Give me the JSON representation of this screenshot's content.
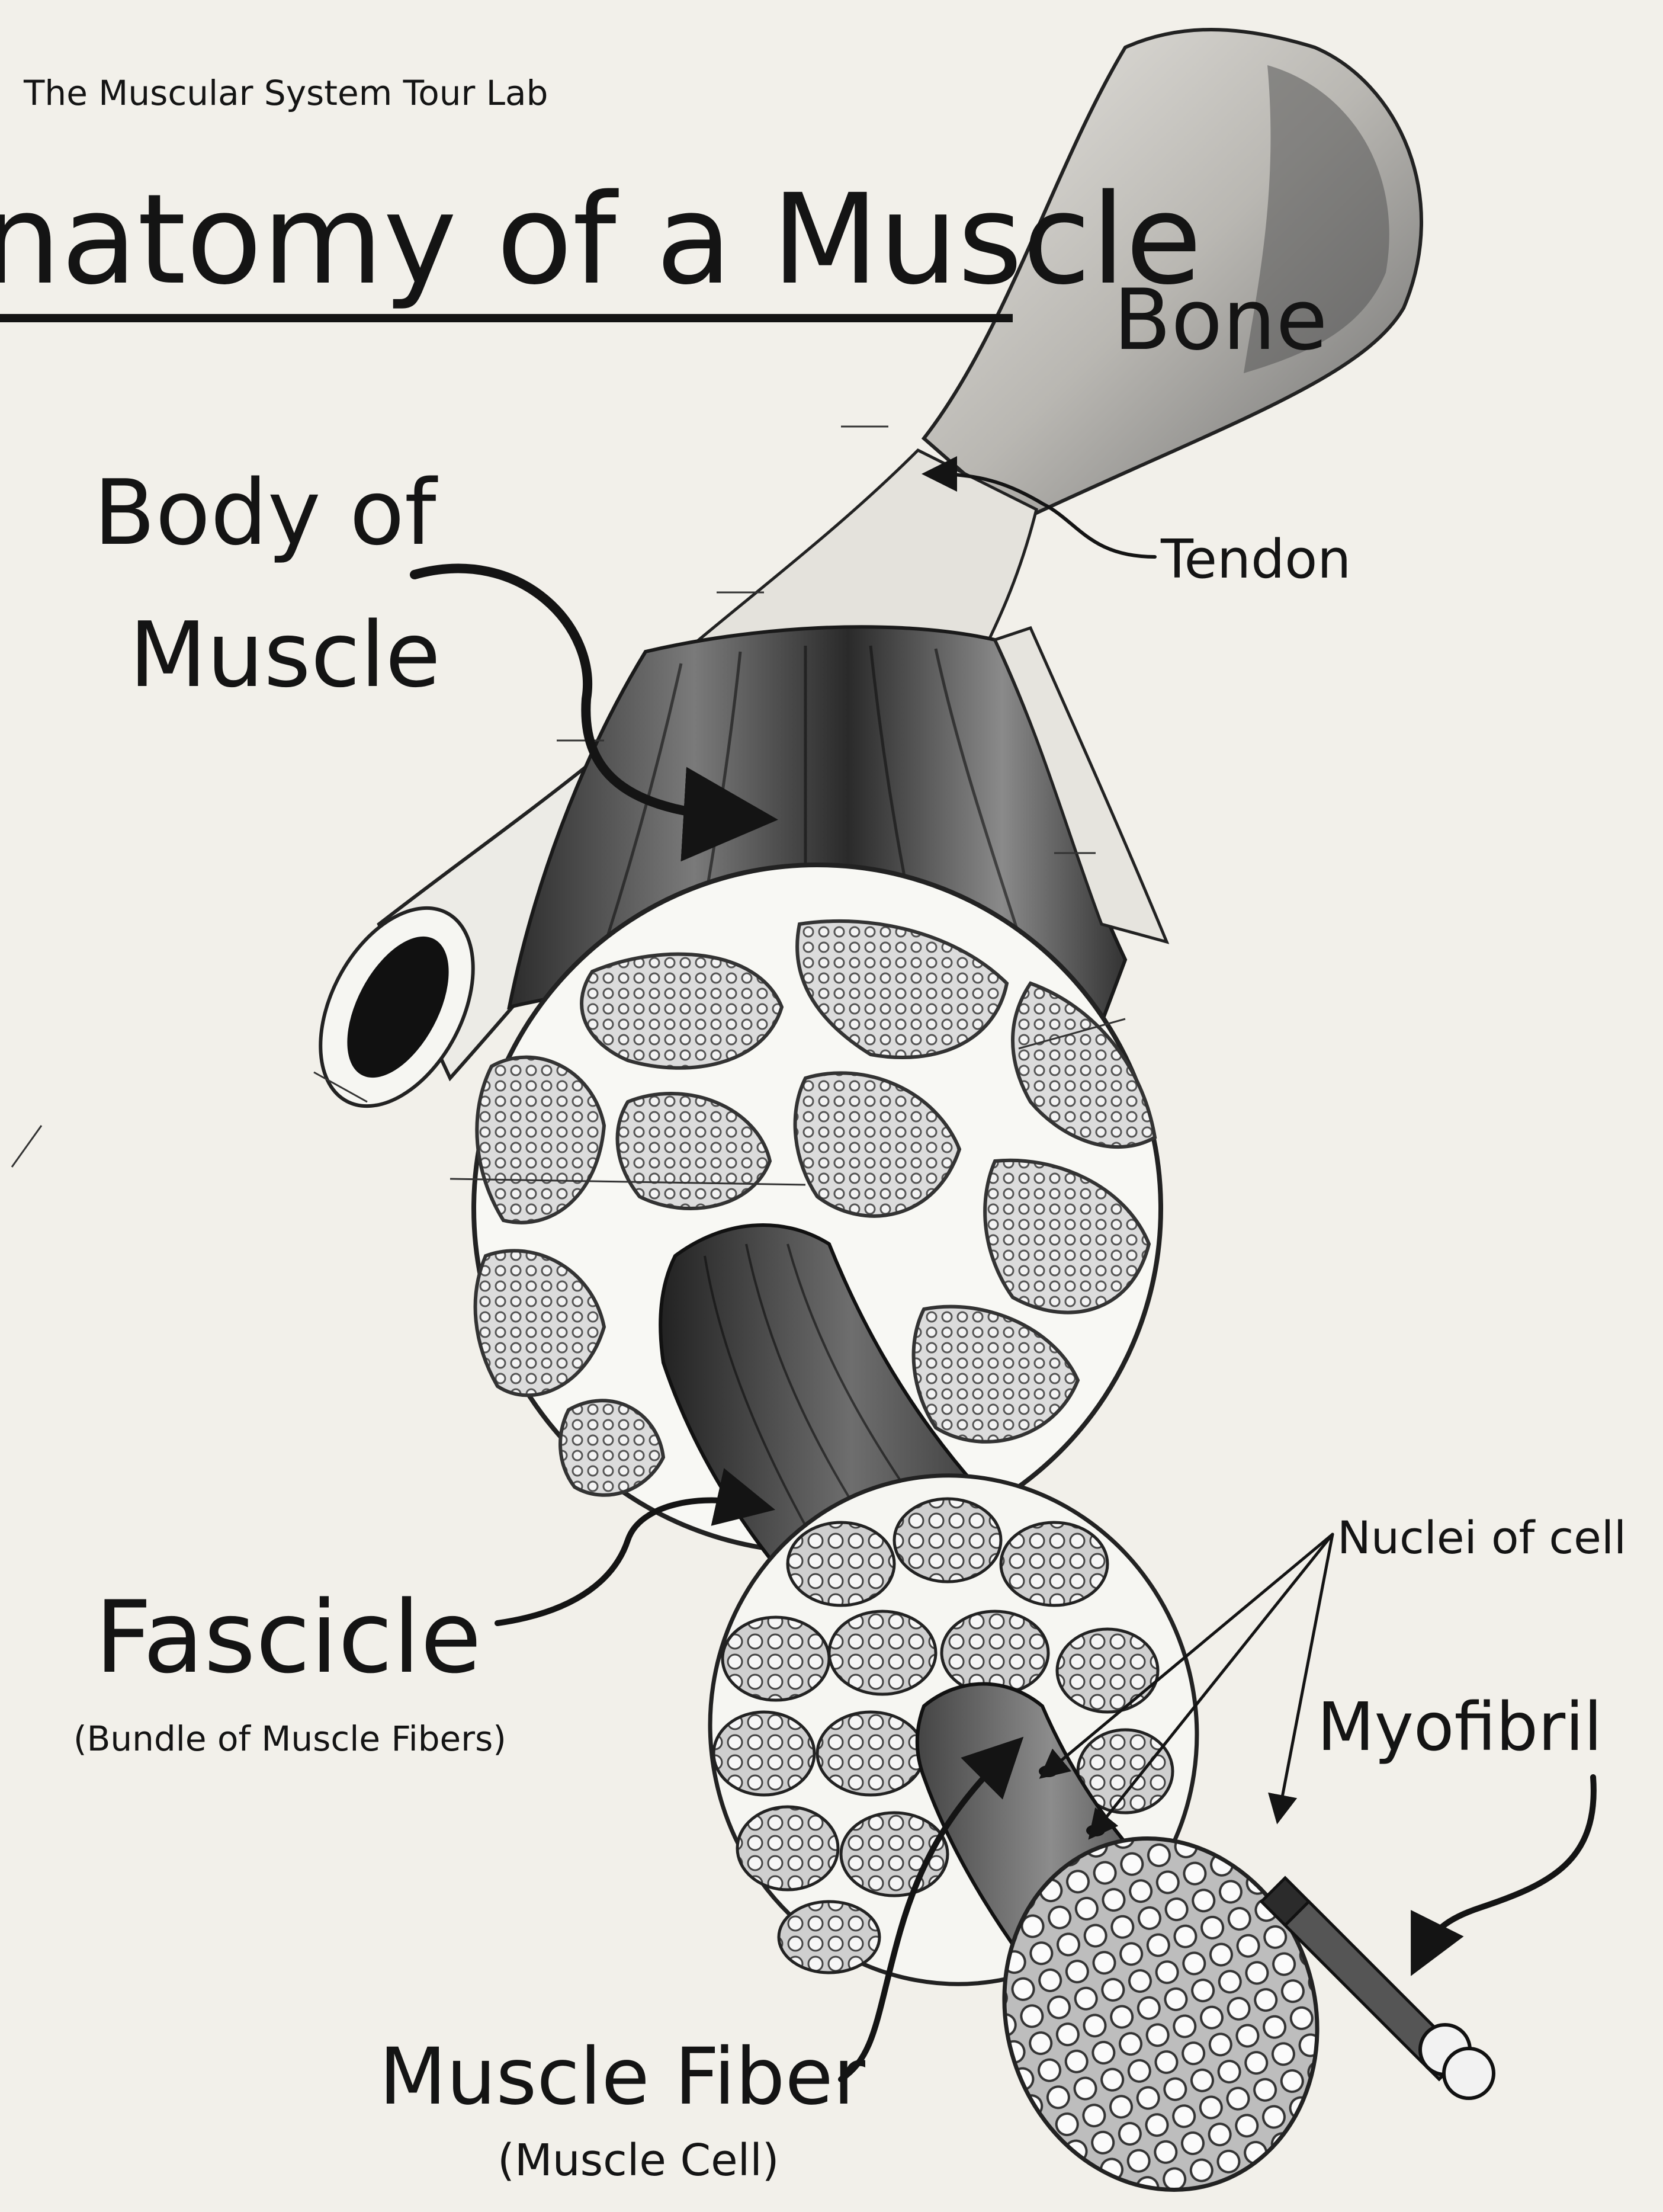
{
  "header": {
    "text": "The Muscular System Tour Lab"
  },
  "title": {
    "text": "natomy of a Muscle"
  },
  "labels": {
    "bone": "Bone",
    "tendon": "Tendon",
    "body_line1": "Body of",
    "body_line2": "Muscle",
    "fascicle": "Fascicle",
    "fascicle_sub": "(Bundle of Muscle Fibers)",
    "nuclei": "Nuclei of cell",
    "myofibril": "Myofibril",
    "fiber": "Muscle Fiber",
    "fiber_sub": "(Muscle Cell)"
  },
  "colors": {
    "paper": "#f2f0ea",
    "ink": "#141414",
    "muscle_dark": "#3c3c3c",
    "tissue_light": "#dcdcdc"
  }
}
